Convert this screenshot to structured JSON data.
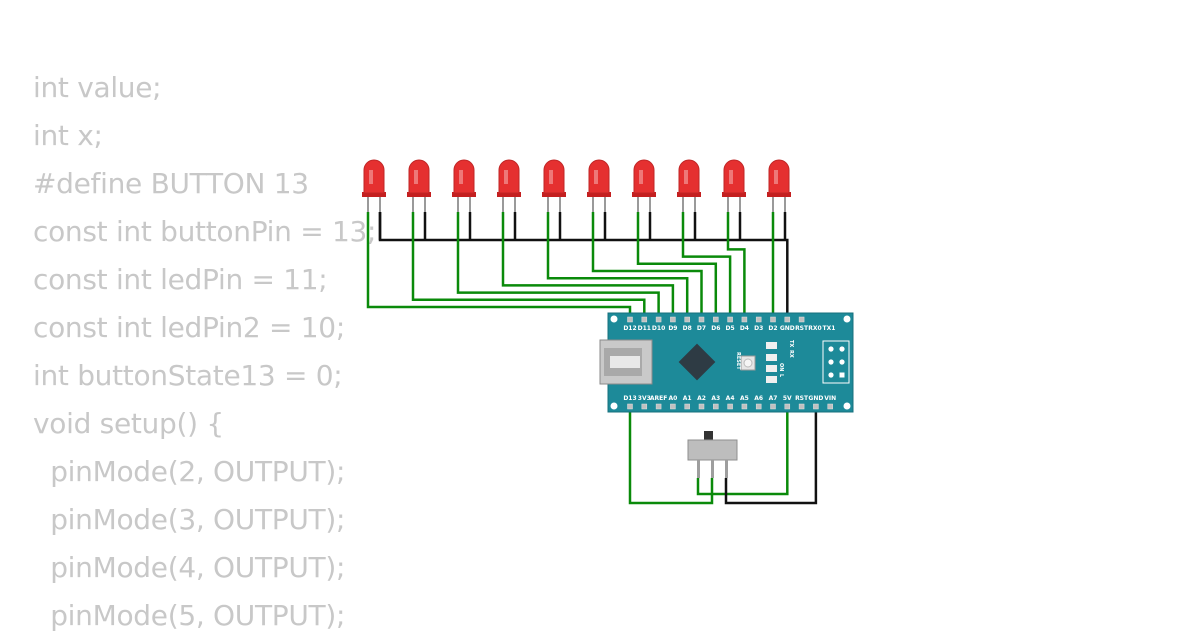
{
  "code_lines": [
    "int value;",
    "int x;",
    "#define BUTTON 13",
    "const int buttonPin = 13;",
    "const int ledPin = 11;",
    "const int ledPin2 = 10;",
    "int buttonState13 = 0;",
    "void setup() {",
    "  pinMode(2, OUTPUT);",
    "  pinMode(3, OUTPUT);",
    "  pinMode(4, OUTPUT);",
    "  pinMode(5, OUTPUT);"
  ],
  "board": {
    "top_pins": [
      "D12",
      "D11",
      "D10",
      "D9",
      "D8",
      "D7",
      "D6",
      "D5",
      "D4",
      "D3",
      "D2",
      "GND",
      "RST",
      "RX0",
      "TX1"
    ],
    "bottom_pins": [
      "D13",
      "3V3",
      "AREF",
      "A0",
      "A1",
      "A2",
      "A3",
      "A4",
      "A5",
      "A6",
      "A7",
      "5V",
      "RST",
      "GND",
      "VIN"
    ],
    "reset_label": "RESET",
    "led_labels": [
      "TX",
      "RX",
      "ON",
      "L"
    ]
  },
  "colors": {
    "code_text": "#c8c8c8",
    "board": "#1d8a99",
    "wire_signal": "#0a8a0a",
    "wire_ground": "#111111",
    "led": "#e53030"
  },
  "led_count": 10
}
